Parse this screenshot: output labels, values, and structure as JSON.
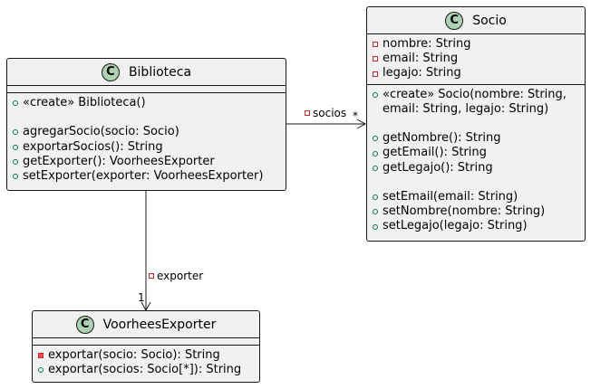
{
  "classes": {
    "biblioteca": {
      "name": "Biblioteca",
      "attributes": [],
      "methods": [
        {
          "vis": "public",
          "text": "«create» Biblioteca()"
        },
        {
          "spacer": true
        },
        {
          "vis": "public",
          "text": "agregarSocio(socio: Socio)"
        },
        {
          "vis": "public",
          "text": "exportarSocios(): String"
        },
        {
          "vis": "public",
          "text": "getExporter(): VoorheesExporter"
        },
        {
          "vis": "public",
          "text": "setExporter(exporter: VoorheesExporter)"
        }
      ]
    },
    "socio": {
      "name": "Socio",
      "attributes": [
        {
          "vis": "private",
          "text": "nombre: String"
        },
        {
          "vis": "private",
          "text": "email: String"
        },
        {
          "vis": "private",
          "text": "legajo: String"
        }
      ],
      "methods": [
        {
          "vis": "public",
          "text": "«create» Socio(nombre: String,"
        },
        {
          "cont": true,
          "text": "email: String, legajo: String)"
        },
        {
          "spacer": true
        },
        {
          "vis": "public",
          "text": "getNombre(): String"
        },
        {
          "vis": "public",
          "text": "getEmail(): String"
        },
        {
          "vis": "public",
          "text": "getLegajo(): String"
        },
        {
          "spacer": true
        },
        {
          "vis": "public",
          "text": "setEmail(email: String)"
        },
        {
          "vis": "public",
          "text": "setNombre(nombre: String)"
        },
        {
          "vis": "public",
          "text": "setLegajo(legajo: String)"
        }
      ]
    },
    "voorhees": {
      "name": "VoorheesExporter",
      "attributes": [],
      "methods": [
        {
          "vis": "private-method",
          "text": "exportar(socio: Socio): String"
        },
        {
          "vis": "public",
          "text": "exportar(socios: Socio[*]): String"
        }
      ]
    }
  },
  "relations": {
    "socios": {
      "label": "socios",
      "multiplicity": "*"
    },
    "exporter": {
      "label": "exporter",
      "multiplicity": "1"
    }
  },
  "class_badge_letter": "C",
  "colors": {
    "class_fill": "#f1f1f1",
    "badge_fill": "#add1b2",
    "public_stroke": "#038048",
    "private_stroke": "#c82930",
    "line": "#181818"
  }
}
